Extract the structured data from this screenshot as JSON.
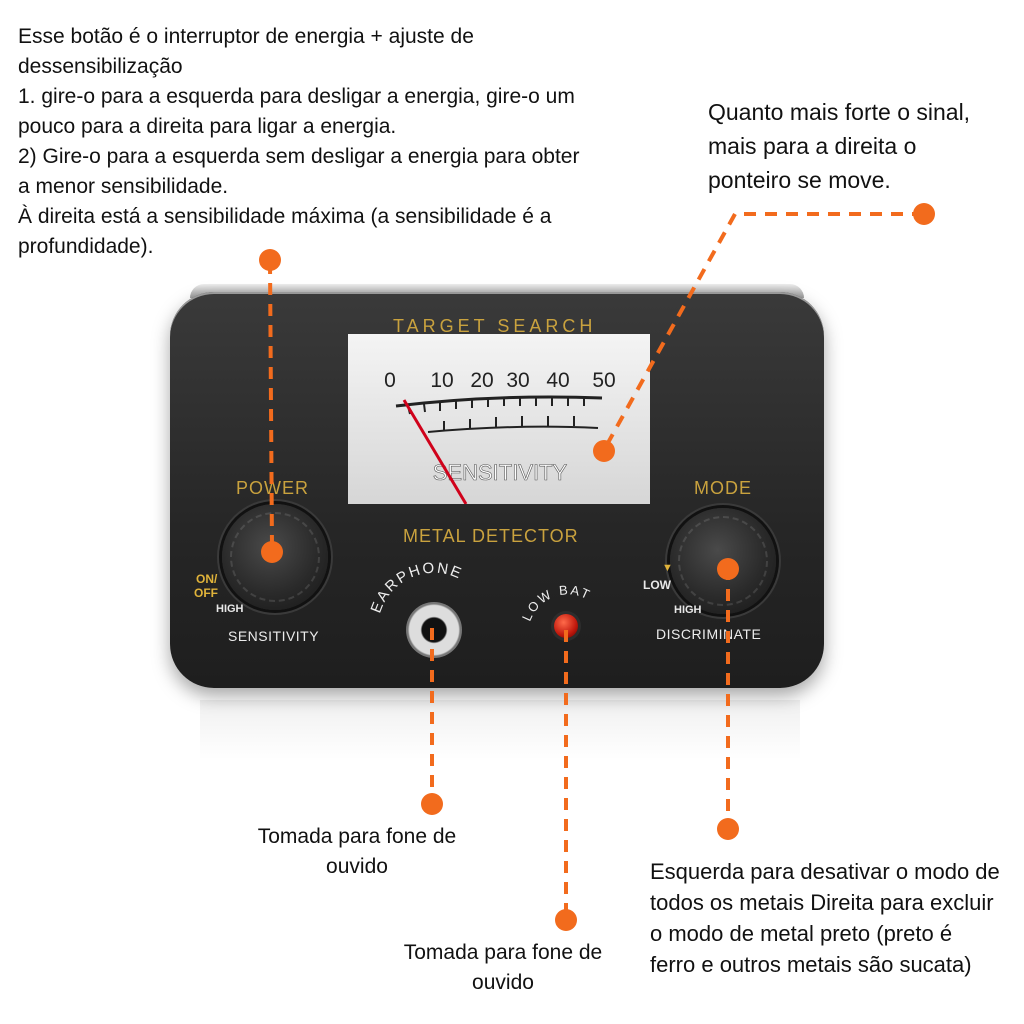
{
  "annotations": {
    "power": [
      "Esse botão é o interruptor de energia + ajuste de",
      "dessensibilização",
      "1. gire-o para a esquerda para desligar a energia, gire-o um",
      "pouco para a direita para ligar a energia.",
      "2) Gire-o para a esquerda sem desligar a energia para obter",
      "a menor sensibilidade.",
      "À direita está a sensibilidade máxima (a sensibilidade é a",
      "profundidade)."
    ],
    "meter": [
      "Quanto mais forte o sinal,",
      "mais para a direita o",
      "ponteiro se move."
    ],
    "earphone": [
      "Tomada para fone de",
      "ouvido"
    ],
    "low_bat": [
      "Tomada para fone de",
      "ouvido"
    ],
    "mode": [
      "Esquerda para desativar o modo de",
      "todos os metais Direita para excluir",
      "o modo de metal preto (preto é",
      "ferro e outros metais são sucata)"
    ]
  },
  "device": {
    "header": "TARGET SEARCH",
    "meter_scale": [
      "0",
      "10",
      "20",
      "30",
      "40",
      "50"
    ],
    "meter_label": "SENSITIVITY",
    "title": "METAL DETECTOR",
    "power_label": "POWER",
    "on_label": "ON/",
    "off_label": "OFF",
    "power_high": "HIGH",
    "power_caption": "SENSITIVITY",
    "earphone_label": "EARPHONE",
    "low_bat_label": "LOW BAT",
    "mode_label": "MODE",
    "mode_low": "LOW",
    "mode_high": "HIGH",
    "mode_caption": "DISCRIMINATE"
  },
  "colors": {
    "accent": "#f26b1d",
    "gold": "#c9a23e",
    "needle": "#d0021b"
  }
}
